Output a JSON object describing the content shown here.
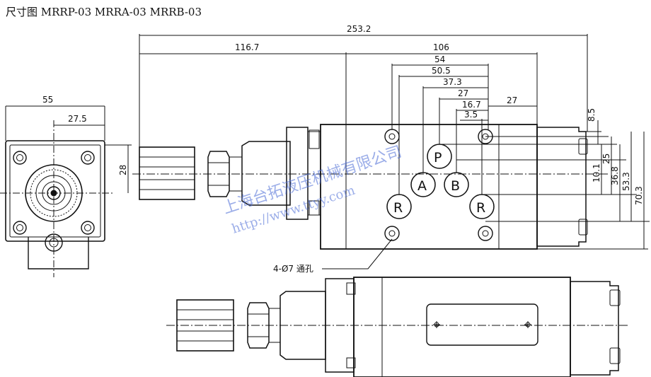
{
  "title": "尺寸图 MRRP-03 MRRA-03 MRRB-03",
  "dims": {
    "overall_length": "253.2",
    "left_length": "116.7",
    "body_width": "106",
    "d54": "54",
    "d50_5": "50.5",
    "d37_3": "37.3",
    "d27a": "27",
    "d16_7": "16.7",
    "d27b": "27",
    "d3_5": "3.5",
    "v8_5": "8.5",
    "v10_1": "10.1",
    "v25": "25",
    "v36_8": "36.8",
    "v53_3": "53.3",
    "v70_3": "70.3",
    "end_width": "55",
    "end_half": "27.5",
    "end_height": "28"
  },
  "ports": {
    "p": "P",
    "a": "A",
    "b": "B",
    "r1": "R",
    "r2": "R"
  },
  "hole_note": "4-Ø7 通孔",
  "watermark": {
    "company": "上海台拓液压机械有限公司",
    "url": "http://www.ttyy.com"
  }
}
